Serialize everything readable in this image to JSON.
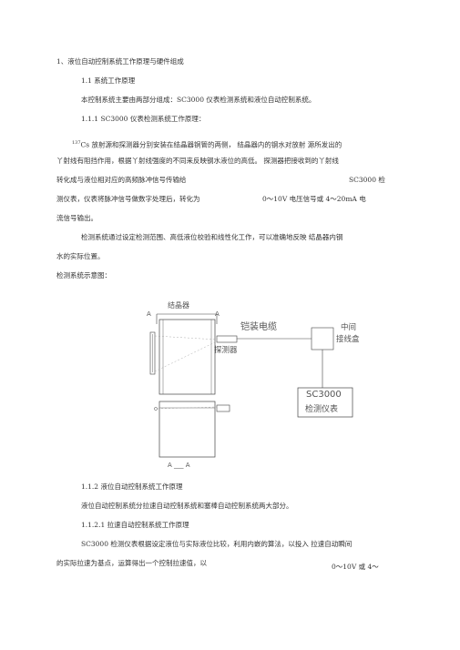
{
  "heading": "1、液位自动控制系统工作原理与硬件组成",
  "s11": "1.1 系统工作原理",
  "p1": "本控制系统主要由两部分组成：SC3000 仪表检测系统和液位自动控制系统。",
  "s111": "1.1.1  SC3000 仪表检测系统工作原理：",
  "p2": {
    "sup": "137",
    "l1": "Cs 放射源和探测器分别安装在结晶器铜管的两侧， 结晶器内的钢水对放射 源所发出的",
    "l2": "丫射线有阻挡作用，根据丫射线强度的不同来反映钢水液位的高低。 探测器把接收到的丫射线",
    "l3a": "转化成与液位相对应的高频脉冲信号传输给",
    "l3b": "SC3000 检",
    "l4a": "测仪表，仪表将脉冲信号做数字处理后，转化为",
    "l4b": "0～10V 电压信号或 4～20mA 电",
    "l5": "流信号输出。"
  },
  "p3": {
    "l1": "检测系统通过设定检测范围、高低液位校验和线性化工作，可以准确地反映 结晶器内钢",
    "l2": "水的实际位置。"
  },
  "diagram_caption": "检测系统示意图：",
  "diagram": {
    "mold": "结晶器",
    "a_left": "A",
    "a_right": "A",
    "cable": "铠装电缆",
    "junction_1": "中间",
    "junction_2": "接线盒",
    "detector": "探测器",
    "sc_1": "SC3000",
    "sc_2": "检测仪表",
    "section": "A ___ A"
  },
  "s112": "1.1.2    液位自动控制系统工作原理",
  "p4": "液位自动控制系统分拉速自动控制系统和塞棒自动控制系统两大部分。",
  "s1121": "1.1.2.1    拉速自动控制系统工作原理",
  "p5": {
    "l1": "SC3000 检测仪表根据设定液位与实际液位比较，利用内嵌的算法，以投入 拉速自动瞬间",
    "l2": "的实际拉速为基点，运算得出一个控制拉速值，以",
    "l2b": "0～10V 或 4～"
  }
}
